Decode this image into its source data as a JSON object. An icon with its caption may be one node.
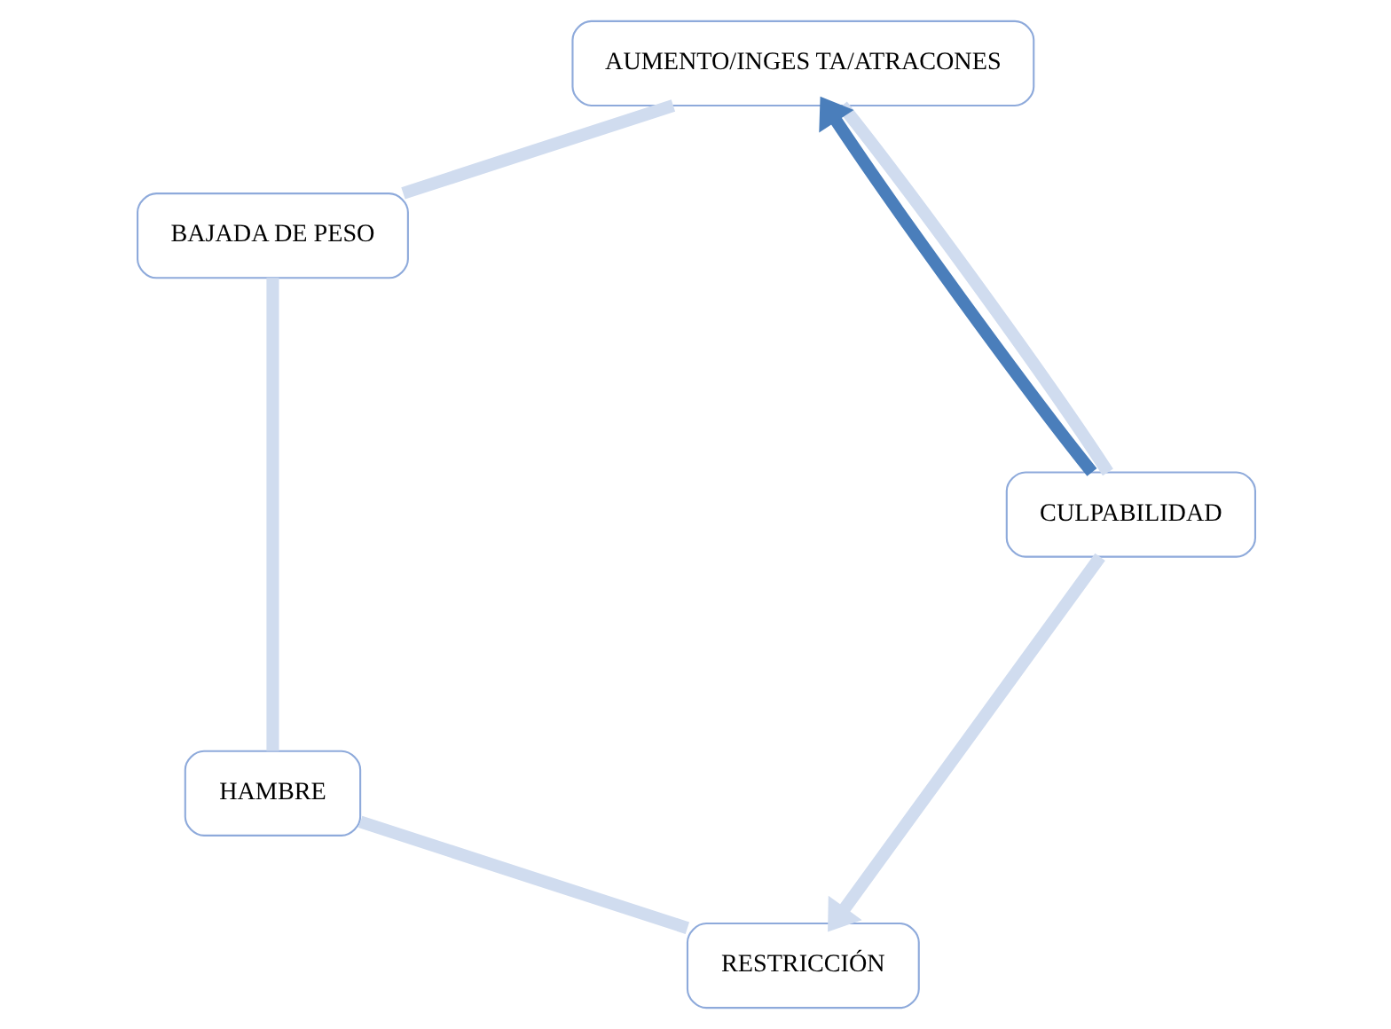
{
  "diagram": {
    "nodes": [
      {
        "text": [
          "RESTRICCIÓN"
        ]
      },
      {
        "text": [
          "HAMBRE"
        ]
      },
      {
        "text": [
          "BAJADA DE PESO"
        ]
      },
      {
        "text": [
          "AUMENTO/INGES TA/ATRACONES"
        ]
      },
      {
        "text": [
          "CULPABILIDAD"
        ]
      }
    ],
    "edges": [
      {
        "from": 0,
        "to": 1,
        "arrow": "none"
      },
      {
        "from": 1,
        "to": 2,
        "arrow": "none"
      },
      {
        "from": 2,
        "to": 3,
        "arrow": "none"
      },
      {
        "from": 3,
        "to": 4,
        "arrow": "none"
      },
      {
        "from": 4,
        "to": 0,
        "arrow": "to"
      },
      {
        "from": 4,
        "to": 3,
        "arrow": "to",
        "color": "#4a7ebb"
      }
    ]
  }
}
